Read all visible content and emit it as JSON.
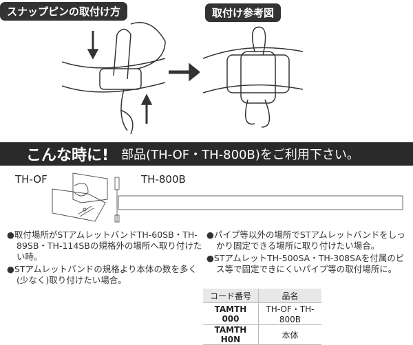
{
  "top": {
    "left_badge": "スナップピンの取付け方",
    "right_badge": "取付け参考図"
  },
  "banner": {
    "emphasis": "こんな時に!",
    "text": "部品(TH-OF・TH-800B)をご利用下さい。"
  },
  "parts": {
    "bracket_label": "TH-OF",
    "bar_label": "TH-800B"
  },
  "bullets_left": [
    "●取付場所がSTアムレットバンドTH-60SB・TH-89SB・TH-114SBの規格外の場所へ取り付けたい時。",
    "●STアムレットバンドの規格より本体の数を多く(少なく)取り付けたい場合。"
  ],
  "bullets_right": [
    "●パイプ等以外の場所でSTアムレットバンドをしっかり固定できる場所に取り付けたい場合。",
    "●STアムレットTH-500SA・TH-308SAを付属のビス等で固定できにくいパイプ等の取付場所に。"
  ],
  "table": {
    "headers": [
      "コード番号",
      "品名"
    ],
    "rows": [
      [
        "TAMTH 000",
        "TH-OF・TH-800B"
      ],
      [
        "TAMTH H0N",
        "本体"
      ]
    ]
  }
}
